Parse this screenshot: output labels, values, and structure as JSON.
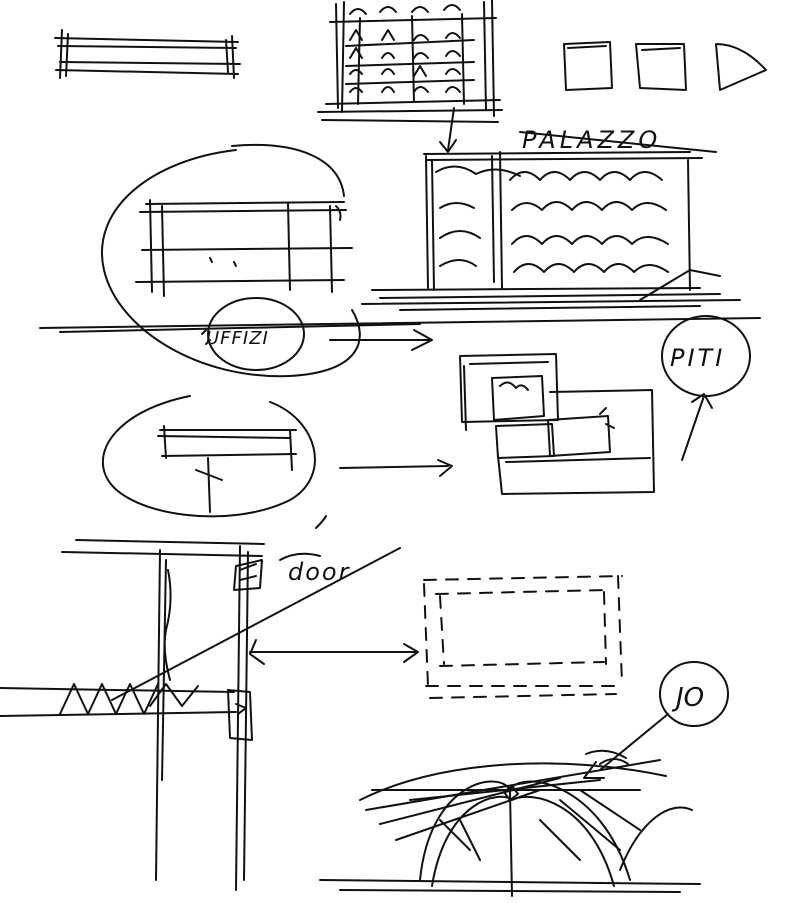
{
  "sheet": {
    "background_color": "#ffffff",
    "ink_color": "#111111"
  },
  "labels": {
    "palazzo": "PALAZZO",
    "uffizi": "UFFIZI",
    "piti": "PITI",
    "door": "door",
    "jo": "JO"
  }
}
